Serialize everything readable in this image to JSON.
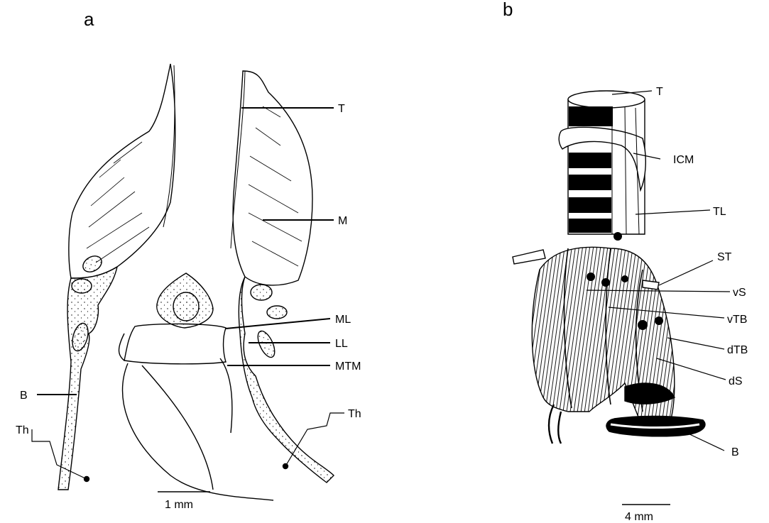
{
  "panels": {
    "a": "a",
    "b": "b"
  },
  "labels_a": {
    "T": "T",
    "M": "M",
    "ML": "ML",
    "LL": "LL",
    "MTM": "MTM",
    "B": "B",
    "Th_left": "Th",
    "Th_right": "Th"
  },
  "labels_b": {
    "T": "T",
    "ICM": "ICM",
    "TL": "TL",
    "ST": "ST",
    "vS": "vS",
    "vTB": "vTB",
    "dTB": "dTB",
    "dS": "dS",
    "B": "B"
  },
  "scales": {
    "a": "1 mm",
    "b": "4 mm"
  },
  "colors": {
    "ink": "#000000",
    "paper": "#ffffff"
  }
}
